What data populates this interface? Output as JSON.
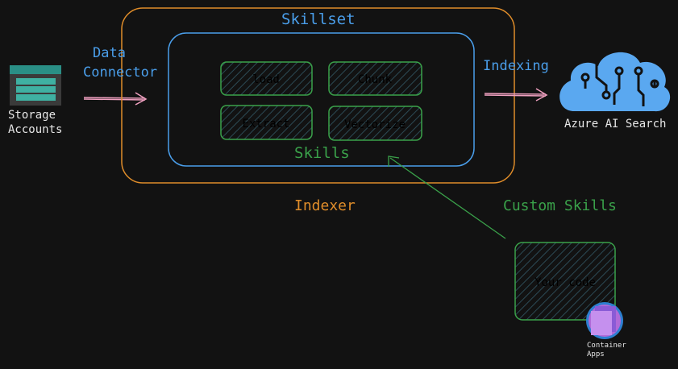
{
  "storage": {
    "line1": "Storage",
    "line2": "Accounts",
    "icon": "storage-accounts-icon"
  },
  "data_connector": {
    "line1": "Data",
    "line2": "Connector"
  },
  "skillset": {
    "title": "Skillset"
  },
  "skills": {
    "title": "Skills",
    "items": [
      "load",
      "Chunk",
      "Extract",
      "Vectorize"
    ]
  },
  "indexer": {
    "title": "Indexer"
  },
  "indexing": {
    "label": "Indexing"
  },
  "search": {
    "label": "Azure AI Search",
    "icon": "azure-ai-search-cloud-icon"
  },
  "custom_skills": {
    "label": "Custom Skills",
    "code_box": "Your code"
  },
  "container_apps": {
    "line1": "Container",
    "line2": "Apps",
    "icon": "container-apps-icon"
  },
  "colors": {
    "background": "#121212",
    "skillset_blue": "#4a9eea",
    "skills_green": "#3aa14a",
    "indexer_orange": "#e08d2a",
    "arrow_pink": "#f0a0c0",
    "search_cloud": "#5aa8f0",
    "container_purple": "#b06ad8"
  }
}
